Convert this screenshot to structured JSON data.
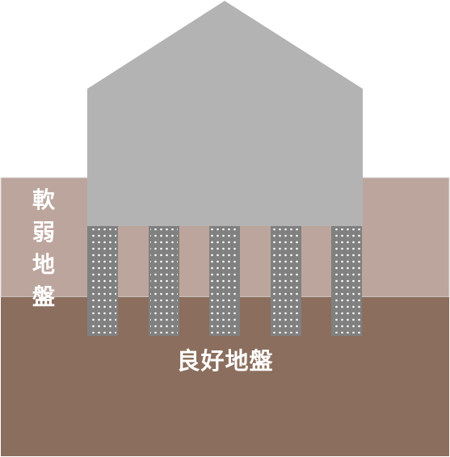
{
  "diagram": {
    "soft_ground_label": "軟弱地盤",
    "good_ground_label": "良好地盤",
    "colors": {
      "house": "#b3b3b3",
      "soft_ground": "#bca59c",
      "good_ground": "#8b6e5d",
      "pile": "#808080",
      "pile_dot": "#ffffff",
      "outline": "#d9d9d9"
    },
    "piles": {
      "count": 5
    }
  }
}
